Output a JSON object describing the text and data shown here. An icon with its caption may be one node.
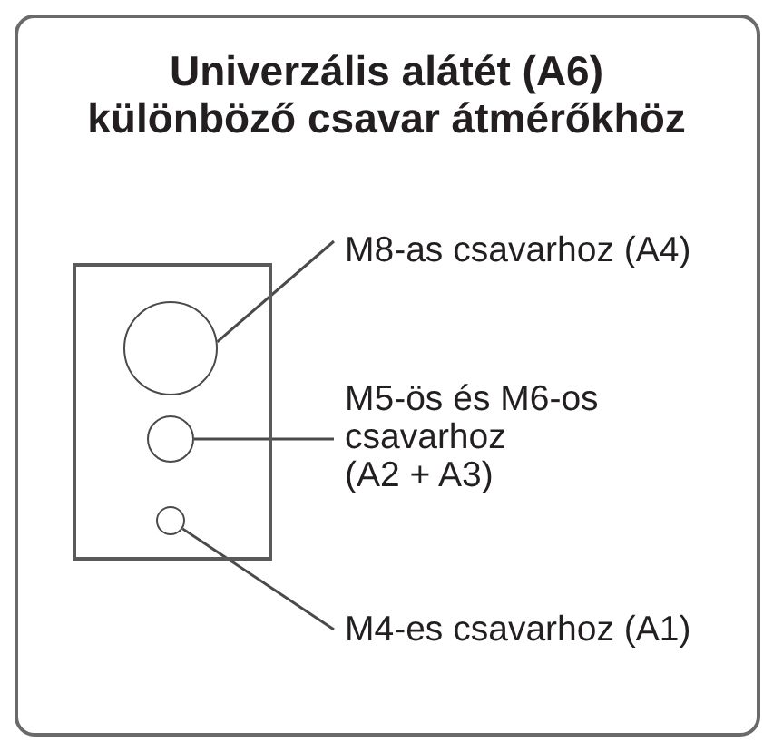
{
  "diagram": {
    "title": "Univerzális alátét (A6) különböző csavar átmérőkhöz",
    "nodes": [
      {
        "text": [],
        "shape": "box"
      },
      {
        "text": [],
        "shape": "circle",
        "in": 0
      },
      {
        "text": [],
        "shape": "circle",
        "in": 0
      },
      {
        "text": [],
        "shape": "circle",
        "in": 0
      },
      {
        "text": [
          "M8-as csavarhoz (A4)"
        ]
      },
      {
        "text": [
          "M5-ös és M6-os csavarhoz (A2 + A3)"
        ]
      },
      {
        "text": [
          "M4-es csavarhoz (A1)"
        ]
      }
    ],
    "edges": [
      {
        "from": 4,
        "to": 1,
        "arrow": "none"
      },
      {
        "from": 5,
        "to": 2,
        "arrow": "none"
      },
      {
        "from": 6,
        "to": 3,
        "arrow": "none"
      }
    ]
  }
}
